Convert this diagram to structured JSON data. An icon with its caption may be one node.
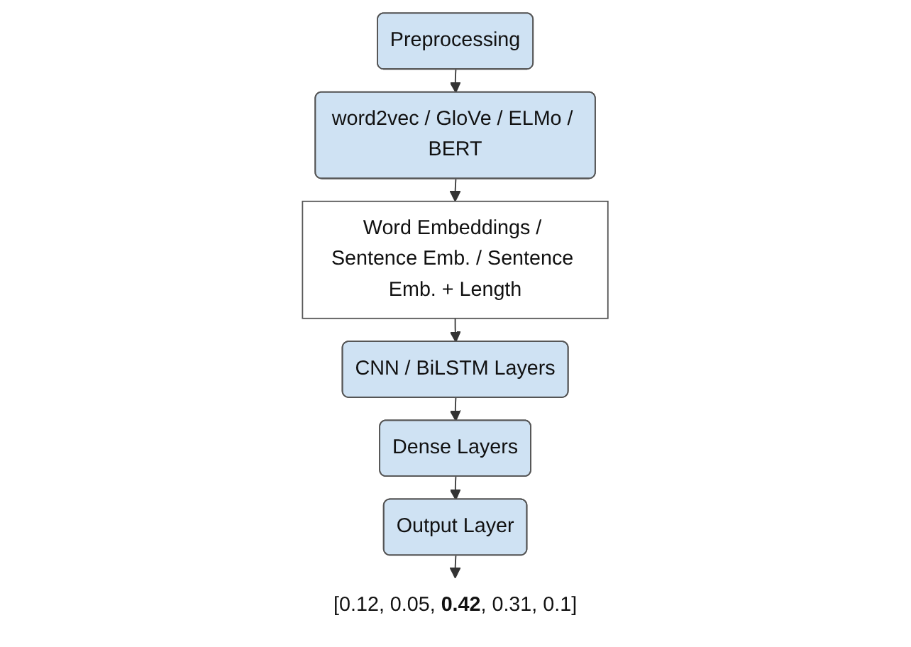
{
  "diagram": {
    "nodes": [
      {
        "text": [
          "Preprocessing"
        ]
      },
      {
        "text": [
          "word2vec / GloVe / ELMo / BERT"
        ]
      },
      {
        "text": [
          "Word Embeddings / Sentence Emb. / Sentence Emb. + Length"
        ]
      },
      {
        "text": [
          "CNN / BiLSTM Layers"
        ]
      },
      {
        "text": [
          "Dense Layers"
        ]
      },
      {
        "text": [
          "Output Layer"
        ]
      },
      {
        "text": [
          "[0.12, 0.05, **0.42**, 0.31, 0.1]"
        ]
      }
    ],
    "edges": [
      {
        "from": 0,
        "to": 1,
        "arrow": "to"
      },
      {
        "from": 1,
        "to": 2,
        "arrow": "to"
      },
      {
        "from": 2,
        "to": 3,
        "arrow": "to"
      },
      {
        "from": 3,
        "to": 4,
        "arrow": "to"
      },
      {
        "from": 4,
        "to": 5,
        "arrow": "to"
      },
      {
        "from": 5,
        "to": 6,
        "arrow": "to"
      }
    ]
  }
}
